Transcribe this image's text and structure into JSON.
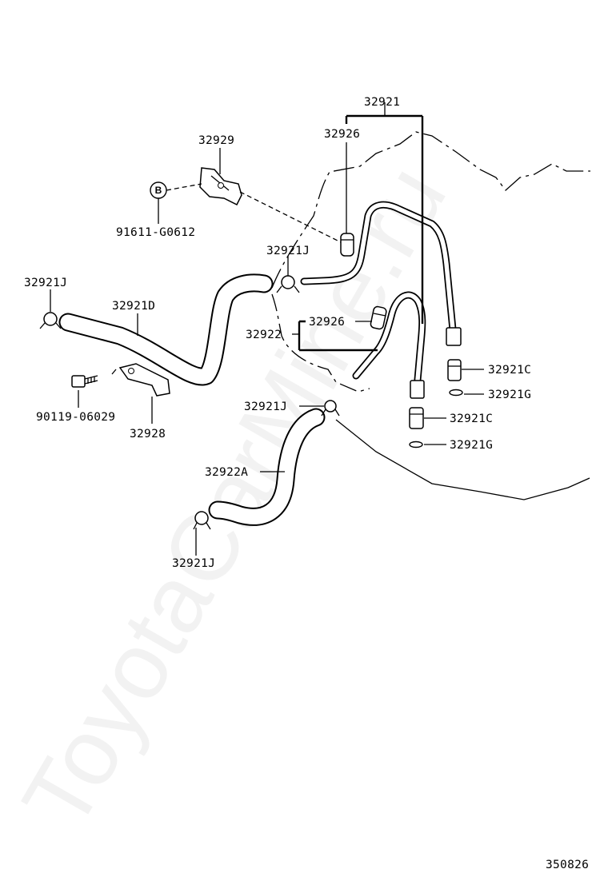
{
  "diagram": {
    "watermark": "ToyotaCarMine.ru",
    "diagram_number": "350826",
    "callout_letter": "B",
    "labels": {
      "p32921": "32921",
      "p32926_top": "32926",
      "p32929": "32929",
      "p91611": "91611-G0612",
      "p32921J_mid": "32921J",
      "p32921J_left": "32921J",
      "p32921D": "32921D",
      "p32926_mid": "32926",
      "p32922": "32922",
      "p32921C_1": "32921C",
      "p32921G_1": "32921G",
      "p90119": "90119-06029",
      "p32928": "32928",
      "p32921J_low": "32921J",
      "p32921C_2": "32921C",
      "p32921G_2": "32921G",
      "p32922A": "32922A",
      "p32921J_bottom": "32921J"
    }
  }
}
